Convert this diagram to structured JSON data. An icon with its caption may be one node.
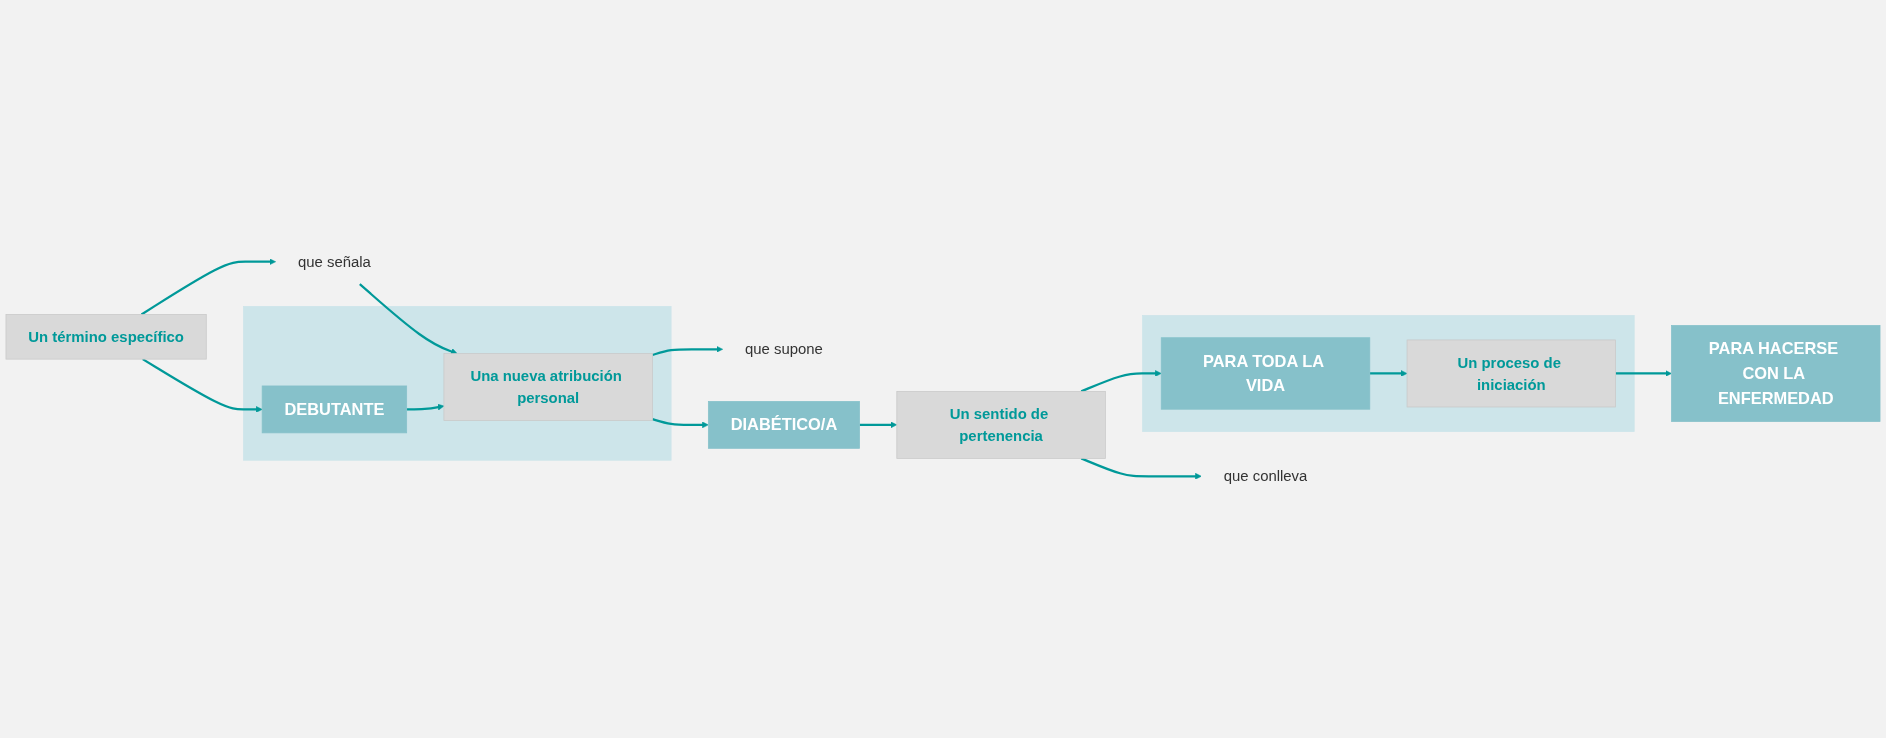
{
  "diagram": {
    "nodes": [
      {
        "text": [
          "Un término específico"
        ]
      },
      {
        "text": [],
        "shape": "band"
      },
      {
        "text": [
          "DEBUTANTE"
        ],
        "in": 1
      },
      {
        "text": [
          "que señala"
        ]
      },
      {
        "text": [
          "Una nueva atribución personal"
        ],
        "in": 1
      },
      {
        "text": [
          "que supone"
        ]
      },
      {
        "text": [
          "DIABÉTICO/A"
        ]
      },
      {
        "text": [
          "Un sentido de pertenencia"
        ]
      },
      {
        "text": [
          "que conlleva"
        ]
      },
      {
        "text": [],
        "shape": "band"
      },
      {
        "text": [
          "PARA TODA LA VIDA"
        ],
        "in": 9
      },
      {
        "text": [
          "Un proceso de iniciación"
        ],
        "in": 9
      },
      {
        "text": [
          "PARA HACERSE CON LA ENFERMEDAD"
        ]
      }
    ],
    "edges": [
      {
        "from": 0,
        "to": 2,
        "arrow": "to"
      },
      {
        "from": 0,
        "to": 3,
        "arrow": "to"
      },
      {
        "from": 3,
        "to": 4,
        "arrow": "to"
      },
      {
        "from": 2,
        "to": 4,
        "arrow": "to"
      },
      {
        "from": 4,
        "to": 6,
        "arrow": "to"
      },
      {
        "from": 4,
        "to": 5,
        "arrow": "to"
      },
      {
        "from": 6,
        "to": 7,
        "arrow": "to"
      },
      {
        "from": 7,
        "to": 8,
        "arrow": "to"
      },
      {
        "from": 7,
        "to": 10,
        "arrow": "to"
      },
      {
        "from": 10,
        "to": 11,
        "arrow": "to"
      },
      {
        "from": 11,
        "to": 12,
        "arrow": "to"
      }
    ]
  }
}
